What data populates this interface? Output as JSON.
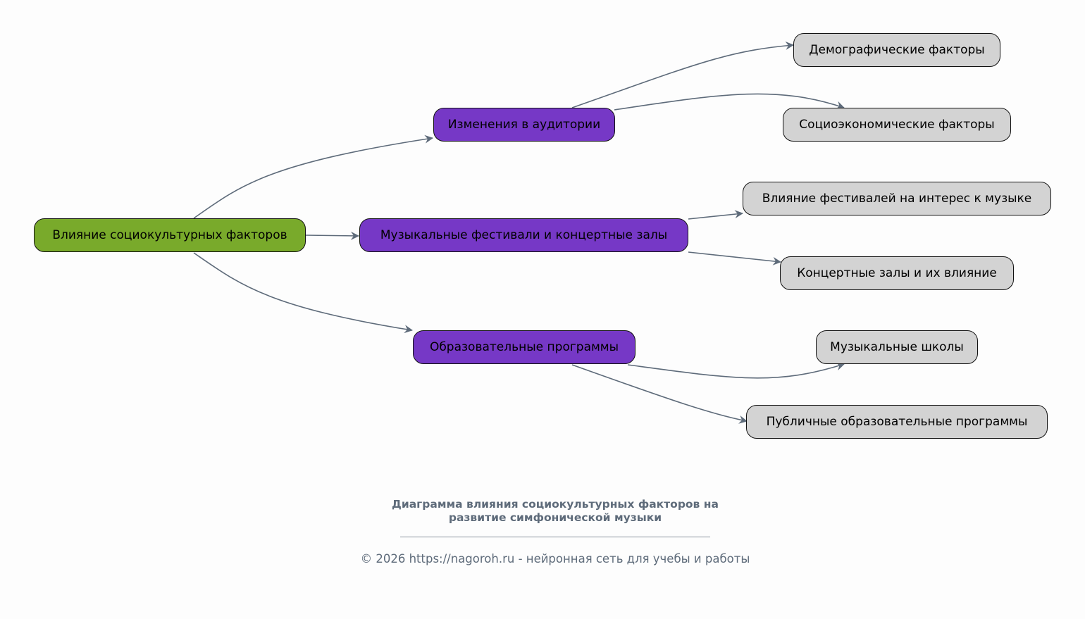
{
  "diagram": {
    "root": {
      "id": "root",
      "label": "Влияние социокультурных факторов",
      "color": "#79aa2b"
    },
    "branches": [
      {
        "id": "audience",
        "label": "Изменения в аудитории",
        "color": "#7638c6",
        "children": [
          {
            "id": "demo",
            "label": "Демографические факторы"
          },
          {
            "id": "socio",
            "label": "Социоэкономические факторы"
          }
        ]
      },
      {
        "id": "festivals",
        "label": "Музыкальные фестивали и концертные залы",
        "color": "#7638c6",
        "children": [
          {
            "id": "fest_interest",
            "label": "Влияние фестивалей на интерес к музыке"
          },
          {
            "id": "halls",
            "label": "Концертные залы и их влияние"
          }
        ]
      },
      {
        "id": "education",
        "label": "Образовательные программы",
        "color": "#7638c6",
        "children": [
          {
            "id": "schools",
            "label": "Музыкальные школы"
          },
          {
            "id": "public_edu",
            "label": "Публичные образовательные программы"
          }
        ]
      }
    ],
    "leaf_color": "#d3d3d3",
    "edge_color": "#5e6b7a",
    "edges": [
      [
        "root",
        "audience"
      ],
      [
        "root",
        "festivals"
      ],
      [
        "root",
        "education"
      ],
      [
        "audience",
        "demo"
      ],
      [
        "audience",
        "socio"
      ],
      [
        "festivals",
        "fest_interest"
      ],
      [
        "festivals",
        "halls"
      ],
      [
        "education",
        "schools"
      ],
      [
        "education",
        "public_edu"
      ]
    ]
  },
  "caption": {
    "title_line1": "Диаграмма влияния социокультурных факторов на",
    "title_line2": "развитие симфонической музыки",
    "copyright": "© 2026 https://nagoroh.ru - нейронная сеть для учебы и работы"
  }
}
